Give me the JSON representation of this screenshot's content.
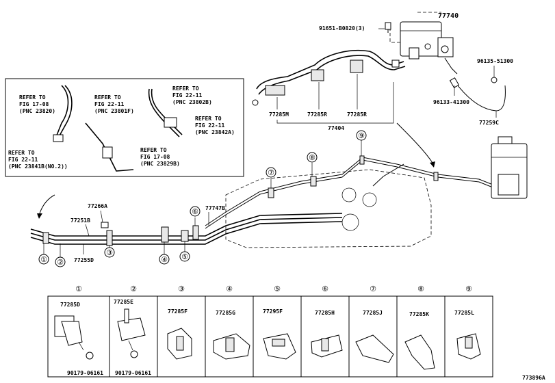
{
  "diagram_id": "773896A",
  "top_parts": {
    "canister": "77740",
    "bolt": "91651-B0820(3)",
    "hose_a": "96135-51300",
    "hose_b": "96133-41300",
    "hose_c": "77259C",
    "tube_set": "77404",
    "clamp_m": "77285M",
    "clamp_r1": "77285R",
    "clamp_r2": "77285R"
  },
  "refs": [
    {
      "line1": "REFER TO",
      "line2": "FIG 17-08",
      "line3": "(PNC 23820)"
    },
    {
      "line1": "REFER TO",
      "line2": "FIG 22-11",
      "line3": "(PNC 23801F)"
    },
    {
      "line1": "REFER TO",
      "line2": "FIG 22-11",
      "line3": "(PNC 23802B)"
    },
    {
      "line1": "REFER TO",
      "line2": "FIG 22-11",
      "line3": "(PNC 23842A)"
    },
    {
      "line1": "REFER TO",
      "line2": "FIG 22-11",
      "line3": "(PNC 23841B(NO.2))"
    },
    {
      "line1": "REFER TO",
      "line2": "FIG 17-08",
      "line3": "(PNC 23829B)"
    }
  ],
  "main_parts": {
    "p77266A": "77266A",
    "p77251B": "77251B",
    "p77255D": "77255D",
    "p77747B": "77747B"
  },
  "callouts": [
    "①",
    "②",
    "③",
    "④",
    "⑤",
    "⑥",
    "⑦",
    "⑧",
    "⑨"
  ],
  "table": [
    {
      "num": "①",
      "part": "77285D",
      "extra": "90179-06161"
    },
    {
      "num": "②",
      "part": "77285E",
      "extra": "90179-06161"
    },
    {
      "num": "③",
      "part": "77285F",
      "extra": ""
    },
    {
      "num": "④",
      "part": "77285G",
      "extra": ""
    },
    {
      "num": "⑤",
      "part": "77295F",
      "extra": ""
    },
    {
      "num": "⑥",
      "part": "77285H",
      "extra": ""
    },
    {
      "num": "⑦",
      "part": "77285J",
      "extra": ""
    },
    {
      "num": "⑧",
      "part": "77285K",
      "extra": ""
    },
    {
      "num": "⑨",
      "part": "77285L",
      "extra": ""
    }
  ]
}
